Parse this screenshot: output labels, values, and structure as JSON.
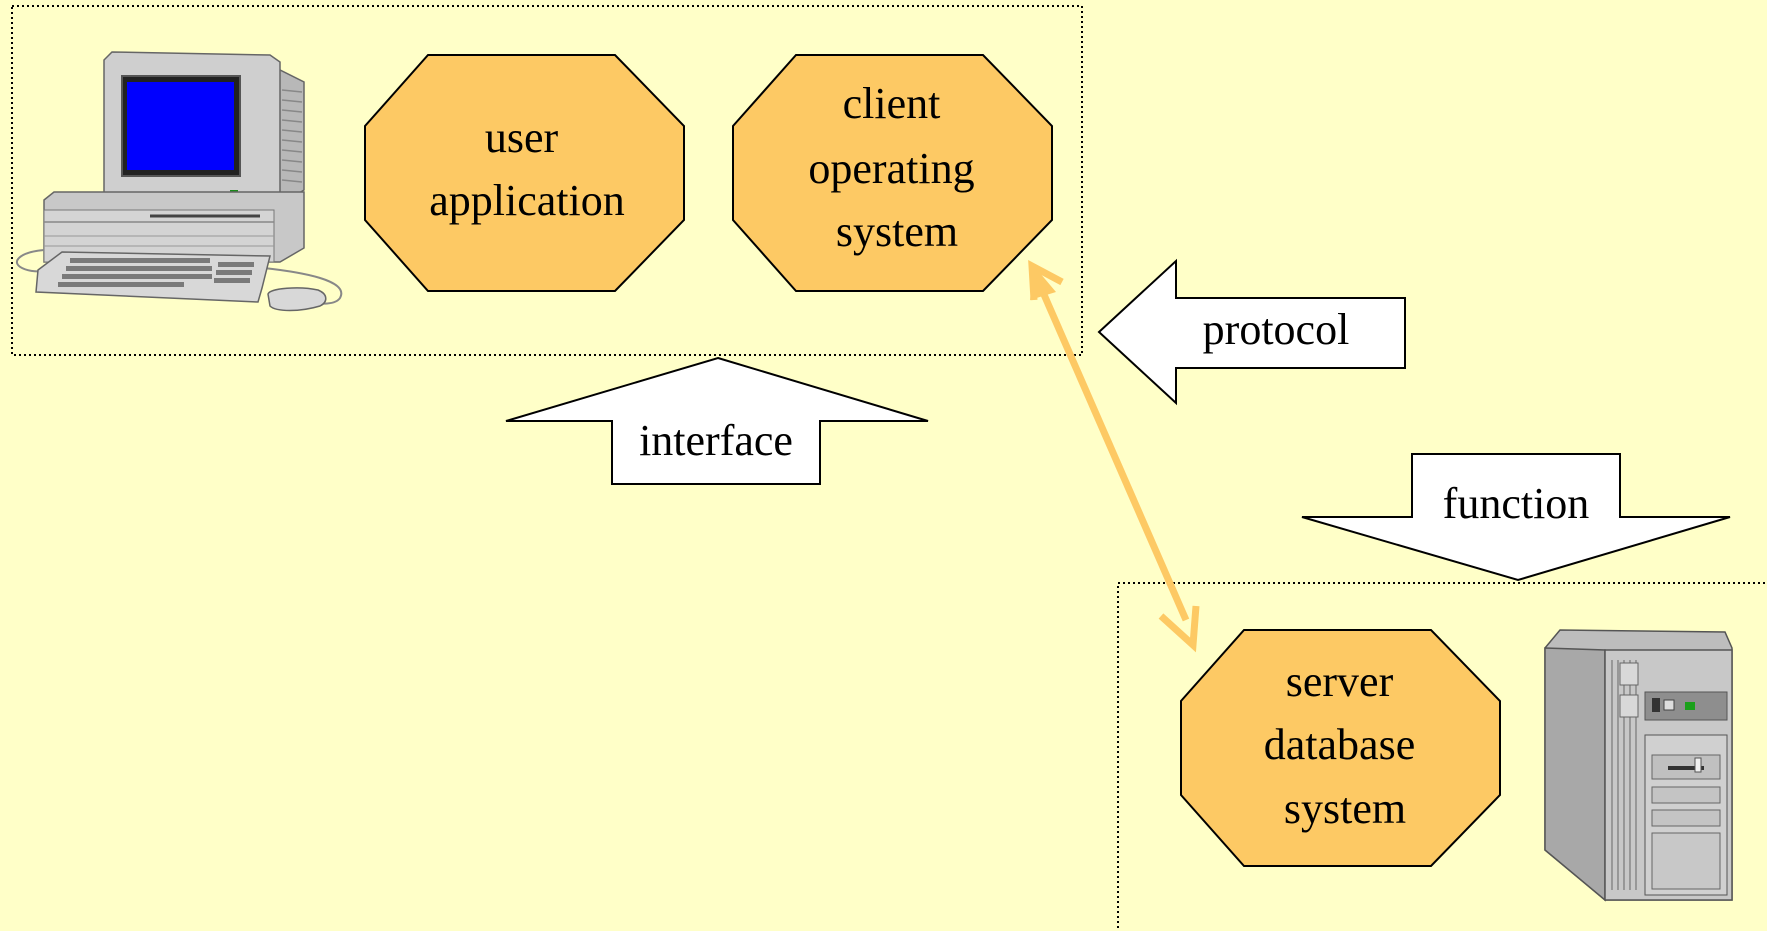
{
  "client_box": {
    "user_app_lines": [
      "user",
      "application"
    ],
    "client_os_lines": [
      "client",
      "operating",
      "system"
    ]
  },
  "server_box": {
    "server_db_lines": [
      "server",
      "database",
      "system"
    ]
  },
  "arrows": {
    "interface_label": "interface",
    "protocol_label": "protocol",
    "function_label": "function"
  },
  "colors": {
    "background": "#FFFFC8",
    "octagon_fill": "#FDC964",
    "link_arrow": "#FDC964",
    "screen": "#0000FF"
  },
  "icons": {
    "client_icon": "desktop-computer-icon",
    "server_icon": "server-tower-icon"
  }
}
